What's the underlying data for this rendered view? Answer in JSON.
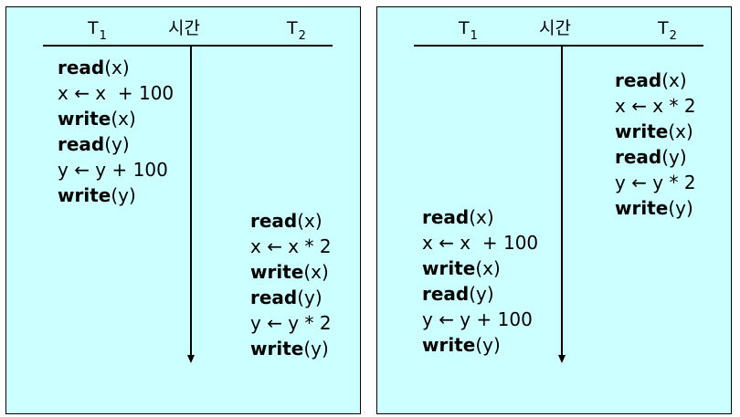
{
  "colors": {
    "panel_bg": "#ccffff",
    "border": "#000000"
  },
  "panels": [
    {
      "headers": {
        "t1": "T",
        "t1_sub": "1",
        "time": "시간",
        "t2": "T",
        "t2_sub": "2"
      },
      "t1_ops": [
        {
          "kw": "read",
          "rest": "(x)"
        },
        {
          "kw": "",
          "rest": "x ← x  + 100"
        },
        {
          "kw": "write",
          "rest": "(x)"
        },
        {
          "kw": "read",
          "rest": "(y)"
        },
        {
          "kw": "",
          "rest": "y ← y + 100"
        },
        {
          "kw": "write",
          "rest": "(y)"
        }
      ],
      "t2_ops": [
        {
          "kw": "read",
          "rest": "(x)"
        },
        {
          "kw": "",
          "rest": "x ← x * 2"
        },
        {
          "kw": "write",
          "rest": "(x)"
        },
        {
          "kw": "read",
          "rest": "(y)"
        },
        {
          "kw": "",
          "rest": "y ← y * 2"
        },
        {
          "kw": "write",
          "rest": "(y)"
        }
      ]
    },
    {
      "headers": {
        "t1": "T",
        "t1_sub": "1",
        "time": "시간",
        "t2": "T",
        "t2_sub": "2"
      },
      "t1_ops": [
        {
          "kw": "read",
          "rest": "(x)"
        },
        {
          "kw": "",
          "rest": "x ← x  + 100"
        },
        {
          "kw": "write",
          "rest": "(x)"
        },
        {
          "kw": "read",
          "rest": "(y)"
        },
        {
          "kw": "",
          "rest": "y ← y + 100"
        },
        {
          "kw": "write",
          "rest": "(y)"
        }
      ],
      "t2_ops": [
        {
          "kw": "read",
          "rest": "(x)"
        },
        {
          "kw": "",
          "rest": "x ← x * 2"
        },
        {
          "kw": "write",
          "rest": "(x)"
        },
        {
          "kw": "read",
          "rest": "(y)"
        },
        {
          "kw": "",
          "rest": "y ← y * 2"
        },
        {
          "kw": "write",
          "rest": "(y)"
        }
      ]
    }
  ]
}
